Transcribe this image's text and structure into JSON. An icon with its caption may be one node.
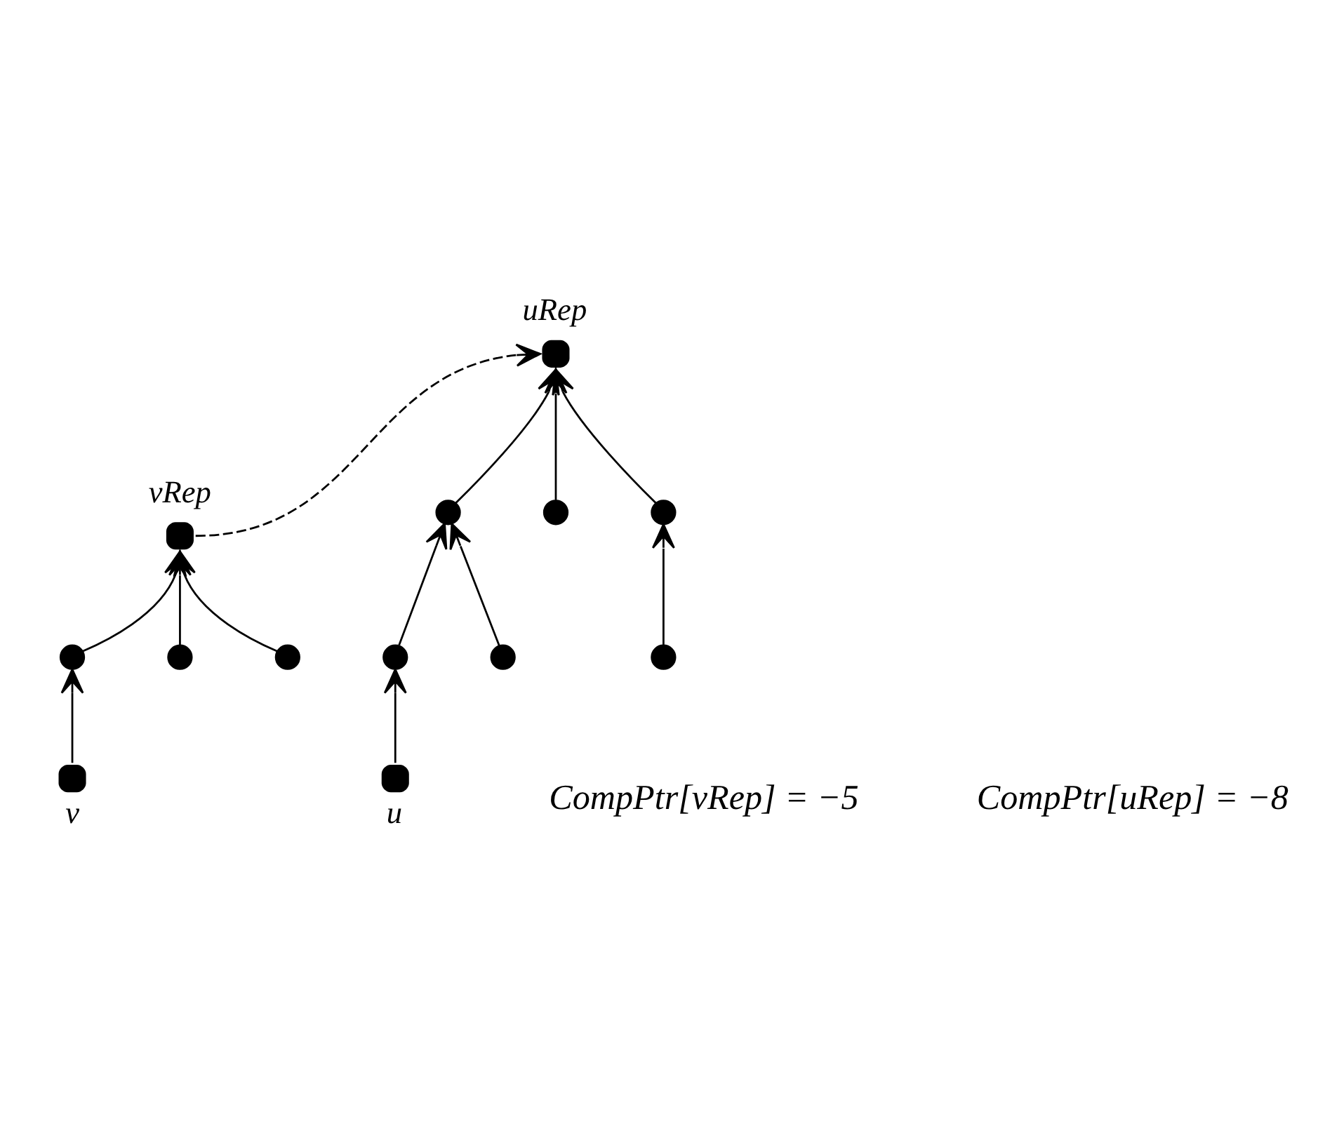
{
  "diagram": {
    "nodes": [
      {
        "text": [],
        "shape": "circle",
        "beside": [
          "uRep"
        ]
      },
      {
        "text": [],
        "shape": "circle",
        "beside": [
          "vRep"
        ]
      },
      {
        "text": [],
        "shape": "circle"
      },
      {
        "text": [],
        "shape": "circle"
      },
      {
        "text": [],
        "shape": "circle"
      },
      {
        "text": [],
        "shape": "circle"
      },
      {
        "text": [],
        "shape": "circle"
      },
      {
        "text": [],
        "shape": "circle"
      },
      {
        "text": [],
        "shape": "circle"
      },
      {
        "text": [],
        "shape": "circle"
      },
      {
        "text": [],
        "shape": "circle"
      },
      {
        "text": [],
        "shape": "circle",
        "beside": [
          "v"
        ]
      },
      {
        "text": [],
        "shape": "circle",
        "beside": [
          "u"
        ]
      }
    ],
    "edges": [
      {
        "from": 2,
        "to": 0,
        "arrow": "to"
      },
      {
        "from": 3,
        "to": 0,
        "arrow": "to"
      },
      {
        "from": 4,
        "to": 0,
        "arrow": "to"
      },
      {
        "from": 1,
        "to": 0,
        "arrow": "to",
        "style": "dashed"
      },
      {
        "from": 5,
        "to": 1,
        "arrow": "to"
      },
      {
        "from": 6,
        "to": 1,
        "arrow": "to"
      },
      {
        "from": 7,
        "to": 1,
        "arrow": "to"
      },
      {
        "from": 8,
        "to": 2,
        "arrow": "to"
      },
      {
        "from": 9,
        "to": 2,
        "arrow": "to"
      },
      {
        "from": 10,
        "to": 4,
        "arrow": "to"
      },
      {
        "from": 11,
        "to": 5,
        "arrow": "to"
      },
      {
        "from": 12,
        "to": 8,
        "arrow": "to"
      }
    ],
    "labels": [
      "CompPtr[vRep] = −5",
      "CompPtr[uRep] = −8"
    ]
  }
}
